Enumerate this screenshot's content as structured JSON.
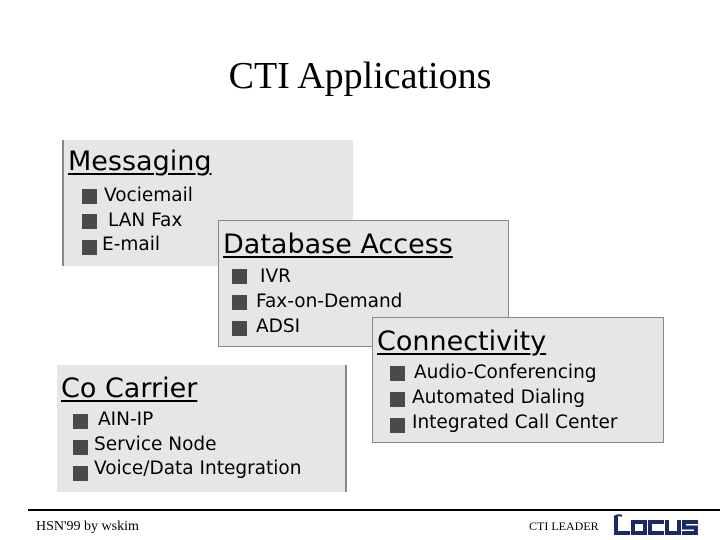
{
  "slide": {
    "title": "CTI Applications"
  },
  "messaging": {
    "title": "Messaging",
    "items": [
      "Vociemail",
      "LAN Fax",
      "E-mail"
    ]
  },
  "database": {
    "title": "Database Access",
    "items": [
      "IVR",
      "Fax-on-Demand",
      "ADSI"
    ]
  },
  "connectivity": {
    "title": "Connectivity",
    "items": [
      "Audio-Conferencing",
      "Automated Dialing",
      "Integrated Call Center"
    ]
  },
  "cocarrier": {
    "title": "Co Carrier",
    "items": [
      "AIN-IP",
      "Service Node",
      "Voice/Data Integration"
    ]
  },
  "footer": {
    "left": "HSN'99 by wskim",
    "center": "CTI LEADER",
    "logo_text": "LOCUS"
  },
  "colors": {
    "box_fill": "#e6e6e6",
    "bullet": "#4a4a4a",
    "logo": "#1a2a66"
  }
}
